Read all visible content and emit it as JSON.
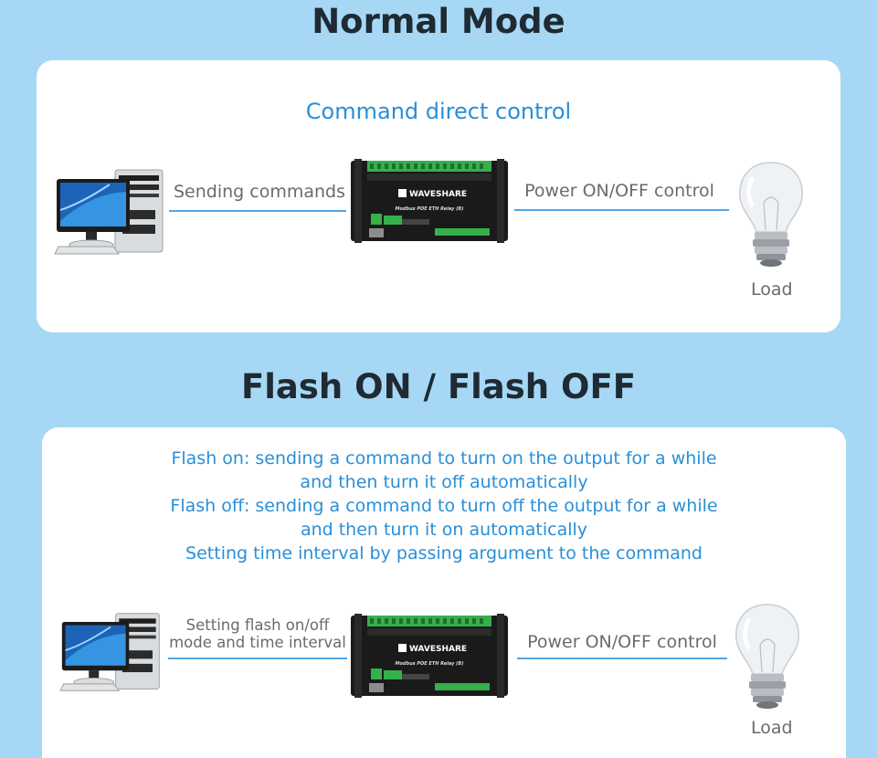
{
  "normal": {
    "title": "Normal Mode",
    "heading": "Command direct control",
    "left_label": "Sending commands",
    "right_label": "Power ON/OFF control",
    "load_label": "Load"
  },
  "flash": {
    "title": "Flash ON / Flash OFF",
    "desc_lines": [
      "Flash on: sending a command to turn on the output for a while",
      "and then turn it off automatically",
      "Flash off: sending a command to turn off the output for a while",
      "and then turn it on automatically",
      "Setting time interval by passing argument to the command"
    ],
    "left_label_line1": "Setting flash on/off",
    "left_label_line2": "mode and time interval",
    "right_label": "Power ON/OFF control",
    "load_label": "Load"
  },
  "device": {
    "brand": "WAVESHARE",
    "model": "Modbus POE ETH Relay (B)"
  },
  "colors": {
    "background": "#a6d8f5",
    "accent_blue": "#2a8fd6",
    "line_blue": "#4ea6e6",
    "title_dark": "#1f2a33",
    "terminal_green": "#35b04a"
  }
}
